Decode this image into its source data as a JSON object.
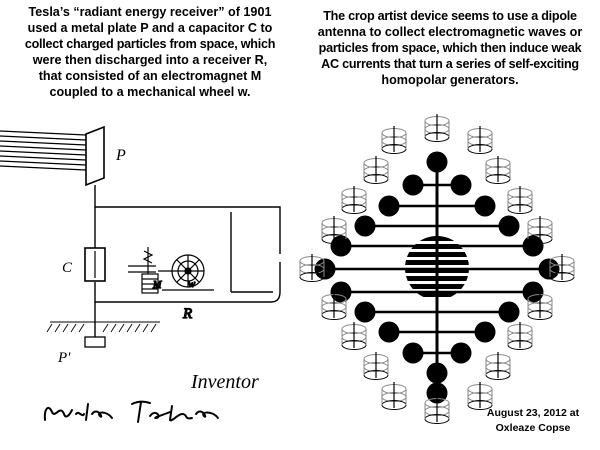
{
  "left_caption": {
    "lines": [
      "Tesla’s “radiant energy receiver” of 1901",
      "used a metal plate P and a capacitor C to",
      "collect charged particles from space, which",
      "were then discharged into a receiver R,",
      "that consisted of an electromagnet M",
      "coupled to a mechanical wheel w."
    ]
  },
  "right_caption": {
    "lines": [
      "The crop artist device seems to use a dipole",
      "antenna to collect electromagnetic waves or",
      "particles from space, which then induce weak",
      "AC currents that turn a series of self-exciting",
      "homopolar generators."
    ]
  },
  "date_caption": {
    "lines": [
      "August  23, 2012 at",
      "Oxleaze Copse"
    ]
  },
  "patent_drawing": {
    "labels": {
      "plate": "P",
      "capacitor": "C",
      "magnet": "M",
      "wheel": "w",
      "receiver": "R",
      "ground_plate": "P'",
      "inventor": "Inventor"
    },
    "signature": "Nikola Tesla"
  },
  "crop_formation": {
    "ink_color": "#000000",
    "generator_color": "#8a8a8a"
  }
}
